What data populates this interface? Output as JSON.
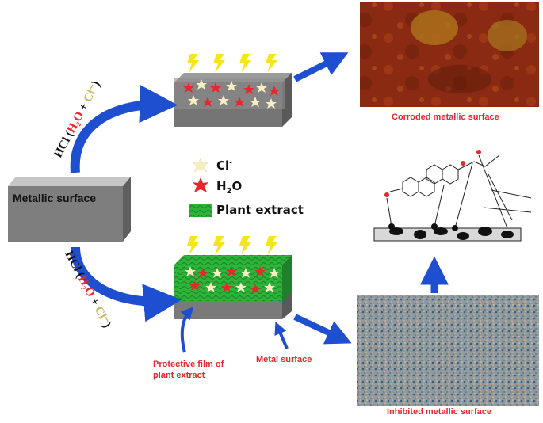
{
  "diagram": {
    "metallic_surface": "Metallic surface",
    "hcl_top": {
      "hcl": "HCl (",
      "h2o": "H₂O",
      "plus": " + ",
      "cl": "Cl⁻",
      "close": ")"
    },
    "hcl_bottom": {
      "hcl": "HCl (",
      "h2o": "H₂O",
      "plus": " + ",
      "cl": "Cl⁻",
      "close": ")"
    },
    "legend": {
      "cl": {
        "base": "Cl",
        "sup": "-"
      },
      "h2o": {
        "pre": "H",
        "sub": "2",
        "post": "O"
      },
      "plant": "Plant extract"
    },
    "labels": {
      "corroded": "Corroded metallic surface",
      "inhibited": "Inhibited metallic surface",
      "protective_line1": "Protective film of",
      "protective_line2": "plant extract",
      "metal_surface": "Metal surface"
    },
    "colors": {
      "arrow": "#1f4fd1",
      "label_red": "#e8262b",
      "lightning": "#f6e51d",
      "h2o_star": "#e8262b",
      "cl_star": "#f7efc4",
      "plant_green": "#2fb43b",
      "rust": "#8a2a12",
      "metal_gray": "#8a8a8a"
    }
  }
}
